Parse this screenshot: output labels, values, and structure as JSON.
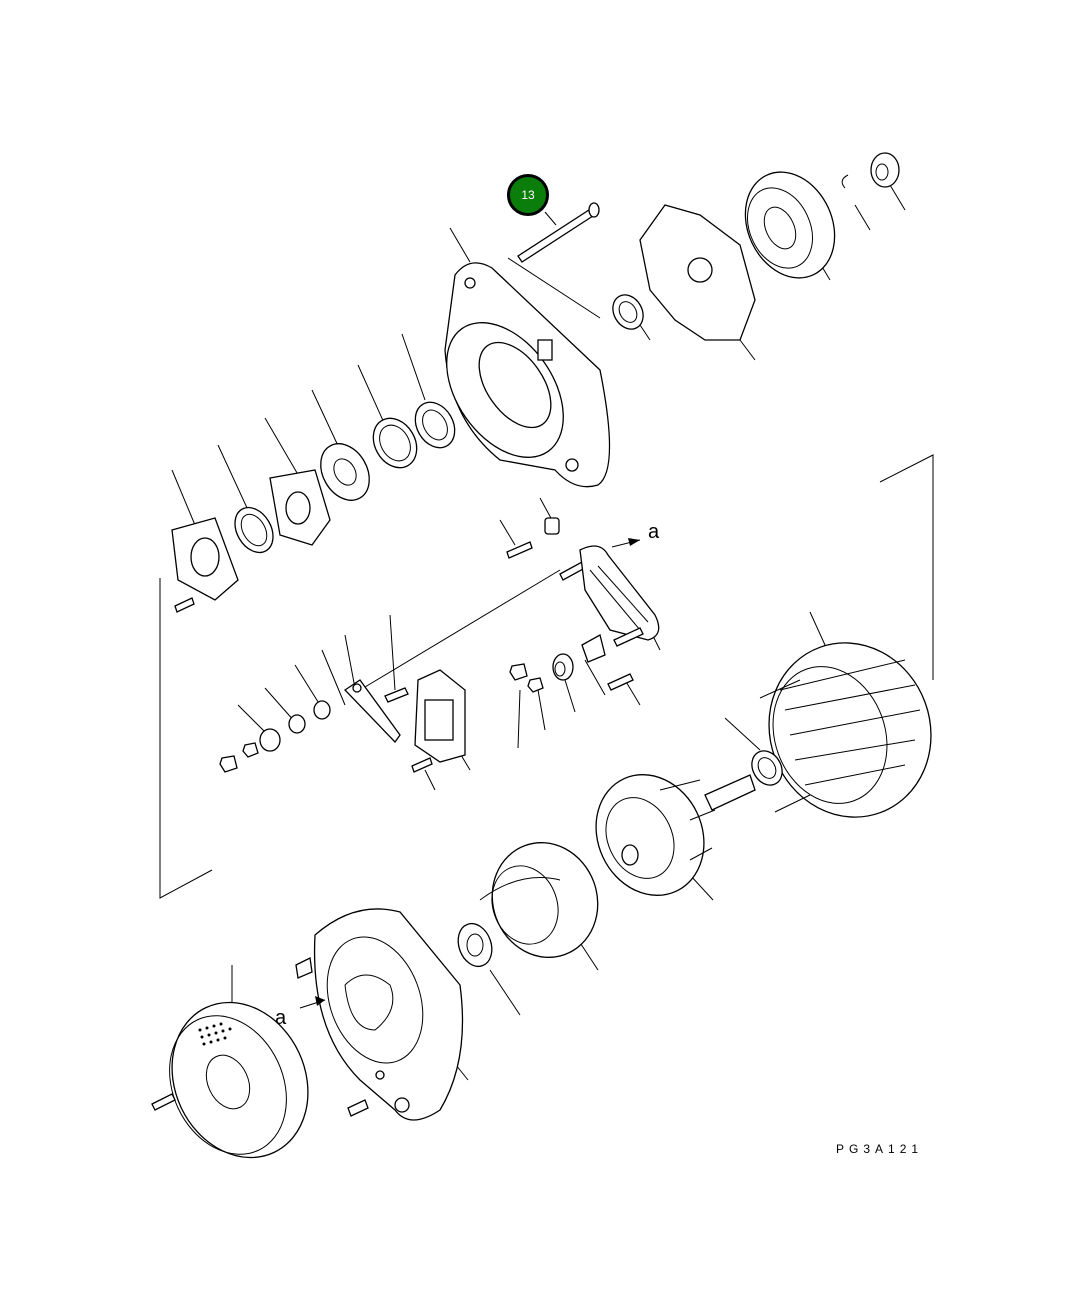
{
  "diagram": {
    "callouts": [
      {
        "number": "13",
        "color": "#0b7d0b"
      }
    ],
    "reference_labels": [
      "a",
      "a"
    ],
    "drawing_code": "PG3A121"
  }
}
